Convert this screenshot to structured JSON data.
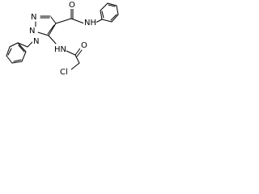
{
  "structure": {
    "atoms": [
      {
        "id": "n_ring_top",
        "text": "N"
      },
      {
        "id": "n_ring_left",
        "text": "N"
      },
      {
        "id": "n_ring_bottom",
        "text": "N"
      },
      {
        "id": "amide_nh",
        "text": "NH"
      },
      {
        "id": "carbonyl_o_top",
        "text": "O"
      },
      {
        "id": "amine_hn",
        "text": "HN"
      },
      {
        "id": "carbonyl_o_bottom",
        "text": "O"
      },
      {
        "id": "chlorine",
        "text": "Cl"
      }
    ]
  }
}
